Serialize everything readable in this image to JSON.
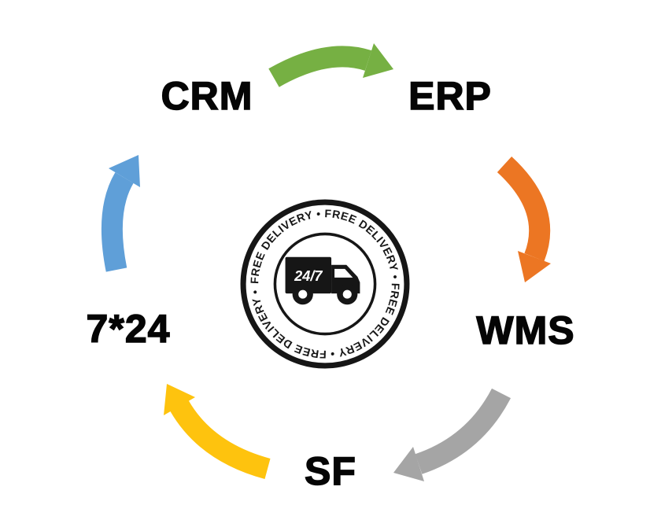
{
  "diagram": {
    "nodes": [
      {
        "id": "crm",
        "label": "CRM"
      },
      {
        "id": "erp",
        "label": "ERP"
      },
      {
        "id": "wms",
        "label": "WMS"
      },
      {
        "id": "sf",
        "label": "SF"
      },
      {
        "id": "724",
        "label": "7*24"
      }
    ],
    "arrows": [
      {
        "from": "CRM",
        "to": "ERP",
        "color": "#76b043"
      },
      {
        "from": "ERP",
        "to": "WMS",
        "color": "#ec7623"
      },
      {
        "from": "WMS",
        "to": "SF",
        "color": "#a5a5a5"
      },
      {
        "from": "SF",
        "to": "7*24",
        "color": "#fec30e"
      },
      {
        "from": "7*24",
        "to": "CRM",
        "color": "#5f9fd8"
      }
    ],
    "badge": {
      "ring_text": "FREE DELIVERY • FREE DELIVERY • FREE DELIVERY • FREE DELIVERY •",
      "truck_label": "24/7",
      "ink_color": "#161616"
    }
  }
}
